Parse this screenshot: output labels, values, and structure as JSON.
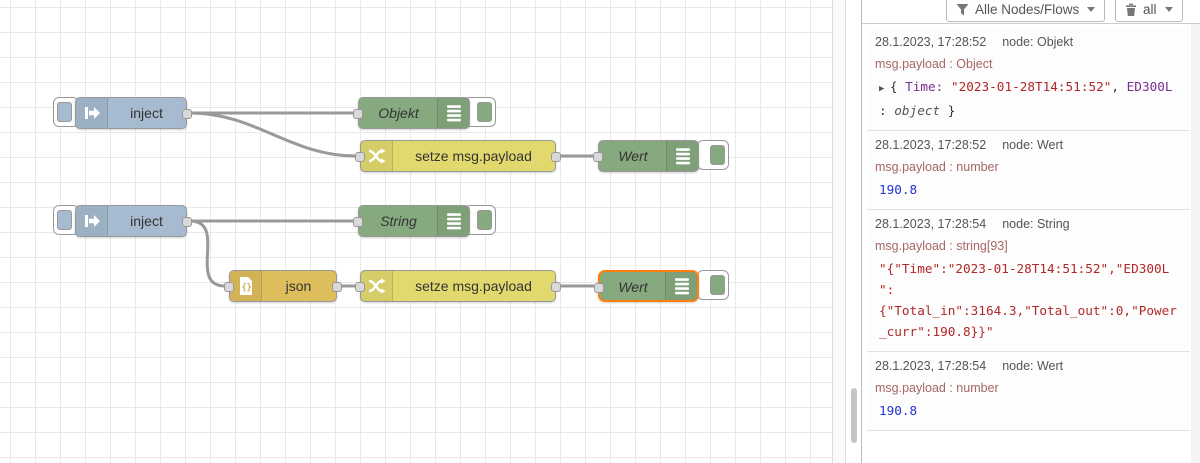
{
  "header": {
    "filter_button": {
      "label": "Alle Nodes/Flows"
    },
    "clear_button": {
      "label": "all"
    }
  },
  "canvas": {
    "nodes": {
      "inject1": {
        "label": "inject",
        "type": "inject"
      },
      "debug_objekt": {
        "label": "Objekt",
        "type": "debug"
      },
      "change1": {
        "label": "setze msg.payload",
        "type": "change"
      },
      "debug_wert1": {
        "label": "Wert",
        "type": "debug"
      },
      "inject2": {
        "label": "inject",
        "type": "inject"
      },
      "debug_string": {
        "label": "String",
        "type": "debug"
      },
      "json1": {
        "label": "json",
        "type": "json"
      },
      "change2": {
        "label": "setze msg.payload",
        "type": "change"
      },
      "debug_wert2": {
        "label": "Wert",
        "type": "debug",
        "selected": true
      }
    },
    "colors": {
      "inject": "#a6bbcf",
      "debug": "#87a980",
      "change": "#e2d96e",
      "json": "#debd5c",
      "wire": "#999999",
      "selected": "#ff7f0e"
    }
  },
  "sidebar": {
    "messages": [
      {
        "timestamp": "28.1.2023, 17:28:52",
        "source": "node: Objekt",
        "meta": "msg.payload : Object",
        "content": [
          {
            "t": "▶ ",
            "c": "caret"
          },
          {
            "t": "{ ",
            "c": "punct"
          },
          {
            "t": "Time: ",
            "c": "key"
          },
          {
            "t": "\"2023-01-28T14:51:52\"",
            "c": "string"
          },
          {
            "t": ", ",
            "c": "punct"
          },
          {
            "t": "ED300L",
            "c": "key"
          },
          {
            "t": "\n: ",
            "c": "punct"
          },
          {
            "t": "object",
            "c": "type"
          },
          {
            "t": " }",
            "c": "punct"
          }
        ]
      },
      {
        "timestamp": "28.1.2023, 17:28:52",
        "source": "node: Wert",
        "meta": "msg.payload : number",
        "content": [
          {
            "t": "190.8",
            "c": "number"
          }
        ]
      },
      {
        "timestamp": "28.1.2023, 17:28:54",
        "source": "node: String",
        "meta": "msg.payload : string[93]",
        "content": [
          {
            "t": "\"{\"Time\":\"2023-01-28T14:51:52\",\"ED300L\n\":\n{\"Total_in\":3164.3,\"Total_out\":0,\"Power\n_curr\":190.8}}\"",
            "c": "string"
          }
        ]
      },
      {
        "timestamp": "28.1.2023, 17:28:54",
        "source": "node: Wert",
        "meta": "msg.payload : number",
        "content": [
          {
            "t": "190.8",
            "c": "number"
          }
        ]
      }
    ]
  }
}
